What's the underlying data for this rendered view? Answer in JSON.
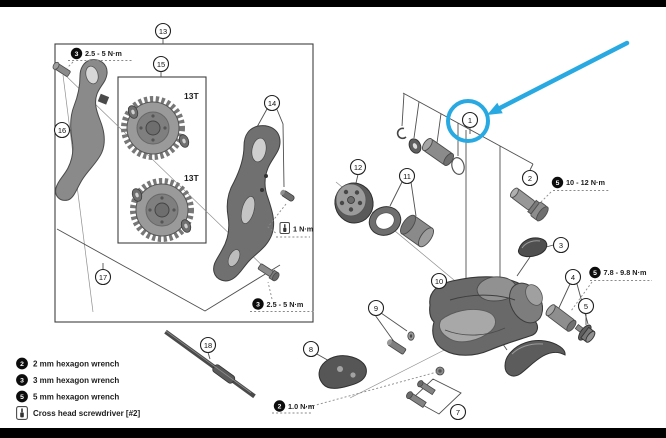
{
  "diagram_type": "exploded-parts-diagram",
  "parts": {
    "1": "1",
    "2": "2",
    "3": "3",
    "4": "4",
    "5": "5",
    "7": "7",
    "8": "8",
    "9": "9",
    "10": "10",
    "11": "11",
    "12": "12",
    "13": "13",
    "14": "14",
    "15": "15",
    "16": "16",
    "17": "17",
    "18": "18"
  },
  "highlight": {
    "circled_part": "1"
  },
  "pulleys": {
    "top_teeth": "13T",
    "bottom_teeth": "13T"
  },
  "torque": {
    "t1": {
      "tool": "3",
      "text": "2.5 - 5 N·m"
    },
    "t2": {
      "tool": "screwdriver",
      "text": "1 N·m"
    },
    "t3": {
      "tool": "3",
      "text": "2.5 - 5 N·m"
    },
    "t4": {
      "tool": "5",
      "text": "10 - 12 N·m"
    },
    "t5": {
      "tool": "5",
      "text": "7.8 - 9.8 N·m"
    },
    "t6": {
      "tool": "2",
      "text": "1.0 N·m"
    }
  },
  "legend": {
    "rows": [
      {
        "tool": "2",
        "label": "2 mm hexagon wrench"
      },
      {
        "tool": "3",
        "label": "3 mm hexagon wrench"
      },
      {
        "tool": "5",
        "label": "5 mm hexagon wrench"
      },
      {
        "tool": "screwdriver",
        "label": "Cross head screwdriver [#2]"
      }
    ]
  },
  "colors": {
    "accent_blue": "#29a9e1",
    "line": "#4f4f4f",
    "background": "#ffffff"
  }
}
